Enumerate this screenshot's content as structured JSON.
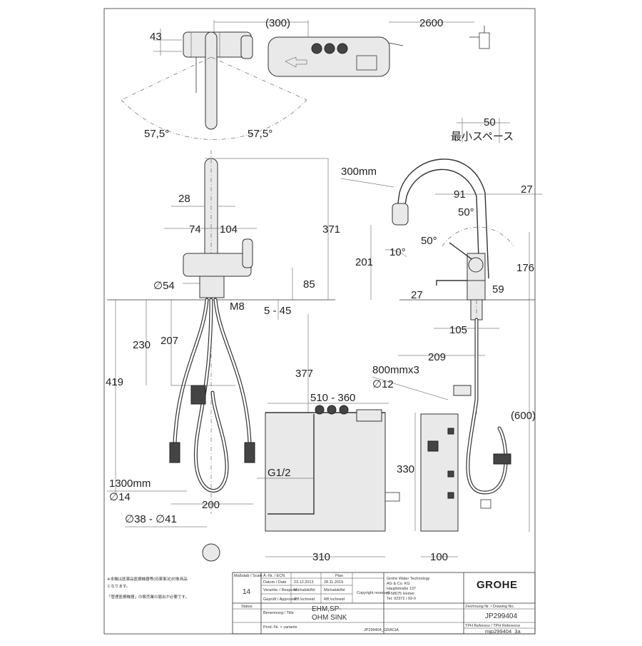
{
  "drawing": {
    "dims": {
      "top_300": "(300)",
      "top_2600": "2600",
      "top_43": "43",
      "angle_left": "57,5°",
      "angle_right": "57,5°",
      "front_28": "28",
      "front_74": "74",
      "front_104": "104",
      "front_371": "371",
      "front_dia54": "∅54",
      "front_85": "85",
      "front_m8": "M8",
      "front_5_45": "5 - 45",
      "front_230": "230",
      "front_207": "207",
      "front_419": "419",
      "front_377": "377",
      "hose_len": "1300mm",
      "hose_dia": "∅14",
      "front_200": "200",
      "hole_dia": "∅38 - ∅41",
      "side_50": "50",
      "side_space": "最小スペース",
      "side_300mm": "300mm",
      "side_91": "91",
      "side_27a": "27",
      "side_50deg_a": "50°",
      "side_50deg_b": "50°",
      "side_10deg": "10°",
      "side_201": "201",
      "side_176": "176",
      "side_27b": "27",
      "side_59": "59",
      "side_105": "105",
      "side_209": "209",
      "side_800mm": "800mmx3",
      "side_dia12": "∅12",
      "side_600": "(600)",
      "box_510_360": "510 - 360",
      "box_g12": "G1/2",
      "box_330": "330",
      "box_310": "310",
      "box_100": "100"
    }
  },
  "title_block": {
    "note_line1": "※本機は医薬品医療機器等(旧薬事法)対象商品",
    "note_line2": "となります。",
    "note_line3": "「管理医療機器」の販売業の届出が必要です。",
    "scale_label": "Maßstab / Scale",
    "scale_value": "14",
    "an_nr_label": "Ä.-Nr. / ECN",
    "datum_label": "Datum / Date",
    "datum_a": "23.12.2013",
    "datum_b": "28.11.2019",
    "verantw_label": "Verantw. / Respons.",
    "verantw_a": "Michalski/fsl",
    "verantw_b": "Michalski/fsl",
    "geprueft_label": "Geprüft / Approved",
    "geprueft_a": "Rff./schneid",
    "geprueft_b": "Rff./schneid",
    "plan_label": "Plan",
    "copyright": "Copyright reserved",
    "company_1": "Grohe Water Technology",
    "company_2": "AG & Co. KG",
    "company_3": "Hauptstraße 137",
    "company_4": "D-58675 Hemer",
    "company_5": "Tel. 02372 / 93-0",
    "logo": "GROHE",
    "status_label": "Status",
    "benennung_label": "Benennung / Title",
    "title_1": "EHM,SP-",
    "title_2": "OHM SINK",
    "zeichnung_label": "Zeichnung Nr. / Drawing No.",
    "drawing_no": "JP299404",
    "prod_label": "Prod.-Nr. + variants",
    "prod_value": "JP299404_GRACIA",
    "tph_label": "TPH Referenz / TPH Reference",
    "tph_value": "mjp299404_3a"
  }
}
